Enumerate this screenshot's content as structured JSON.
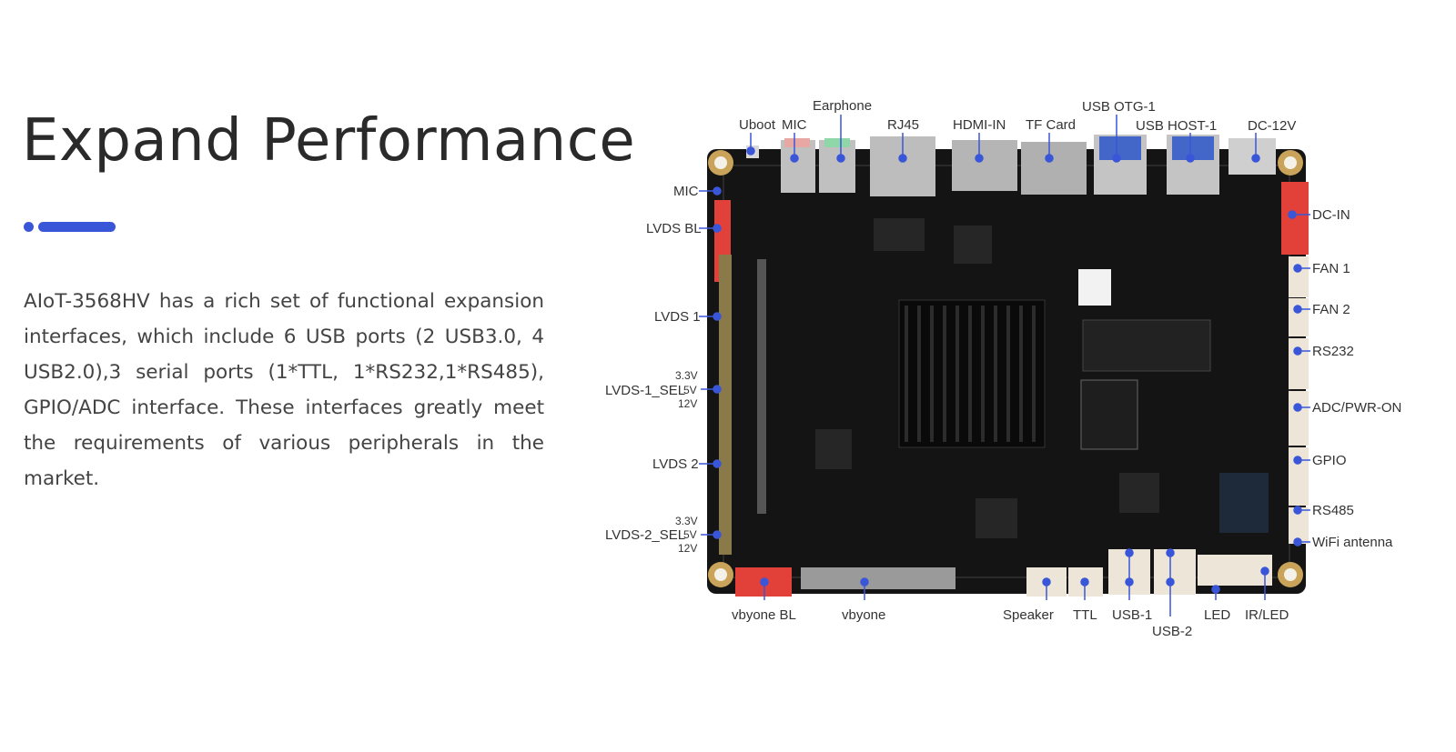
{
  "heading": "Expand Performance",
  "description": "AIoT-3568HV has a rich set of functional expansion interfaces, which include 6 USB ports (2 USB3.0, 4 USB2.0),3 serial ports (1*TTL, 1*RS232,1*RS485), GPIO/ADC interface. These interfaces greatly meet the requirements of various peripherals in the market.",
  "colors": {
    "accent": "#3a56d8",
    "board": "#141414",
    "connector_red": "#e2413a"
  },
  "labels": {
    "uboot": "Uboot",
    "mic_top": "MIC",
    "earphone": "Earphone",
    "rj45": "RJ45",
    "hdmi_in": "HDMI-IN",
    "tf_card": "TF Card",
    "usb_otg": "USB OTG-1",
    "usb_host": "USB HOST-1",
    "dc12v": "DC-12V",
    "mic_left": "MIC",
    "lvds_bl": "LVDS BL",
    "lvds1": "LVDS 1",
    "lvds1_sel": "LVDS-1_SEL",
    "lvds2": "LVDS 2",
    "lvds2_sel": "LVDS-2_SEL",
    "v33_a": "3.3V",
    "v5_a": "5V",
    "v12_a": "12V",
    "v33_b": "3.3V",
    "v5_b": "5V",
    "v12_b": "12V",
    "dc_in": "DC-IN",
    "fan1": "FAN 1",
    "fan2": "FAN 2",
    "rs232": "RS232",
    "adc": "ADC/PWR-ON",
    "gpio": "GPIO",
    "rs485": "RS485",
    "wifi": "WiFi antenna",
    "vbyone_bl": "vbyone BL",
    "vbyone": "vbyone",
    "speaker": "Speaker",
    "ttl": "TTL",
    "usb1": "USB-1",
    "usb2": "USB-2",
    "led": "LED",
    "ir_led": "IR/LED"
  }
}
